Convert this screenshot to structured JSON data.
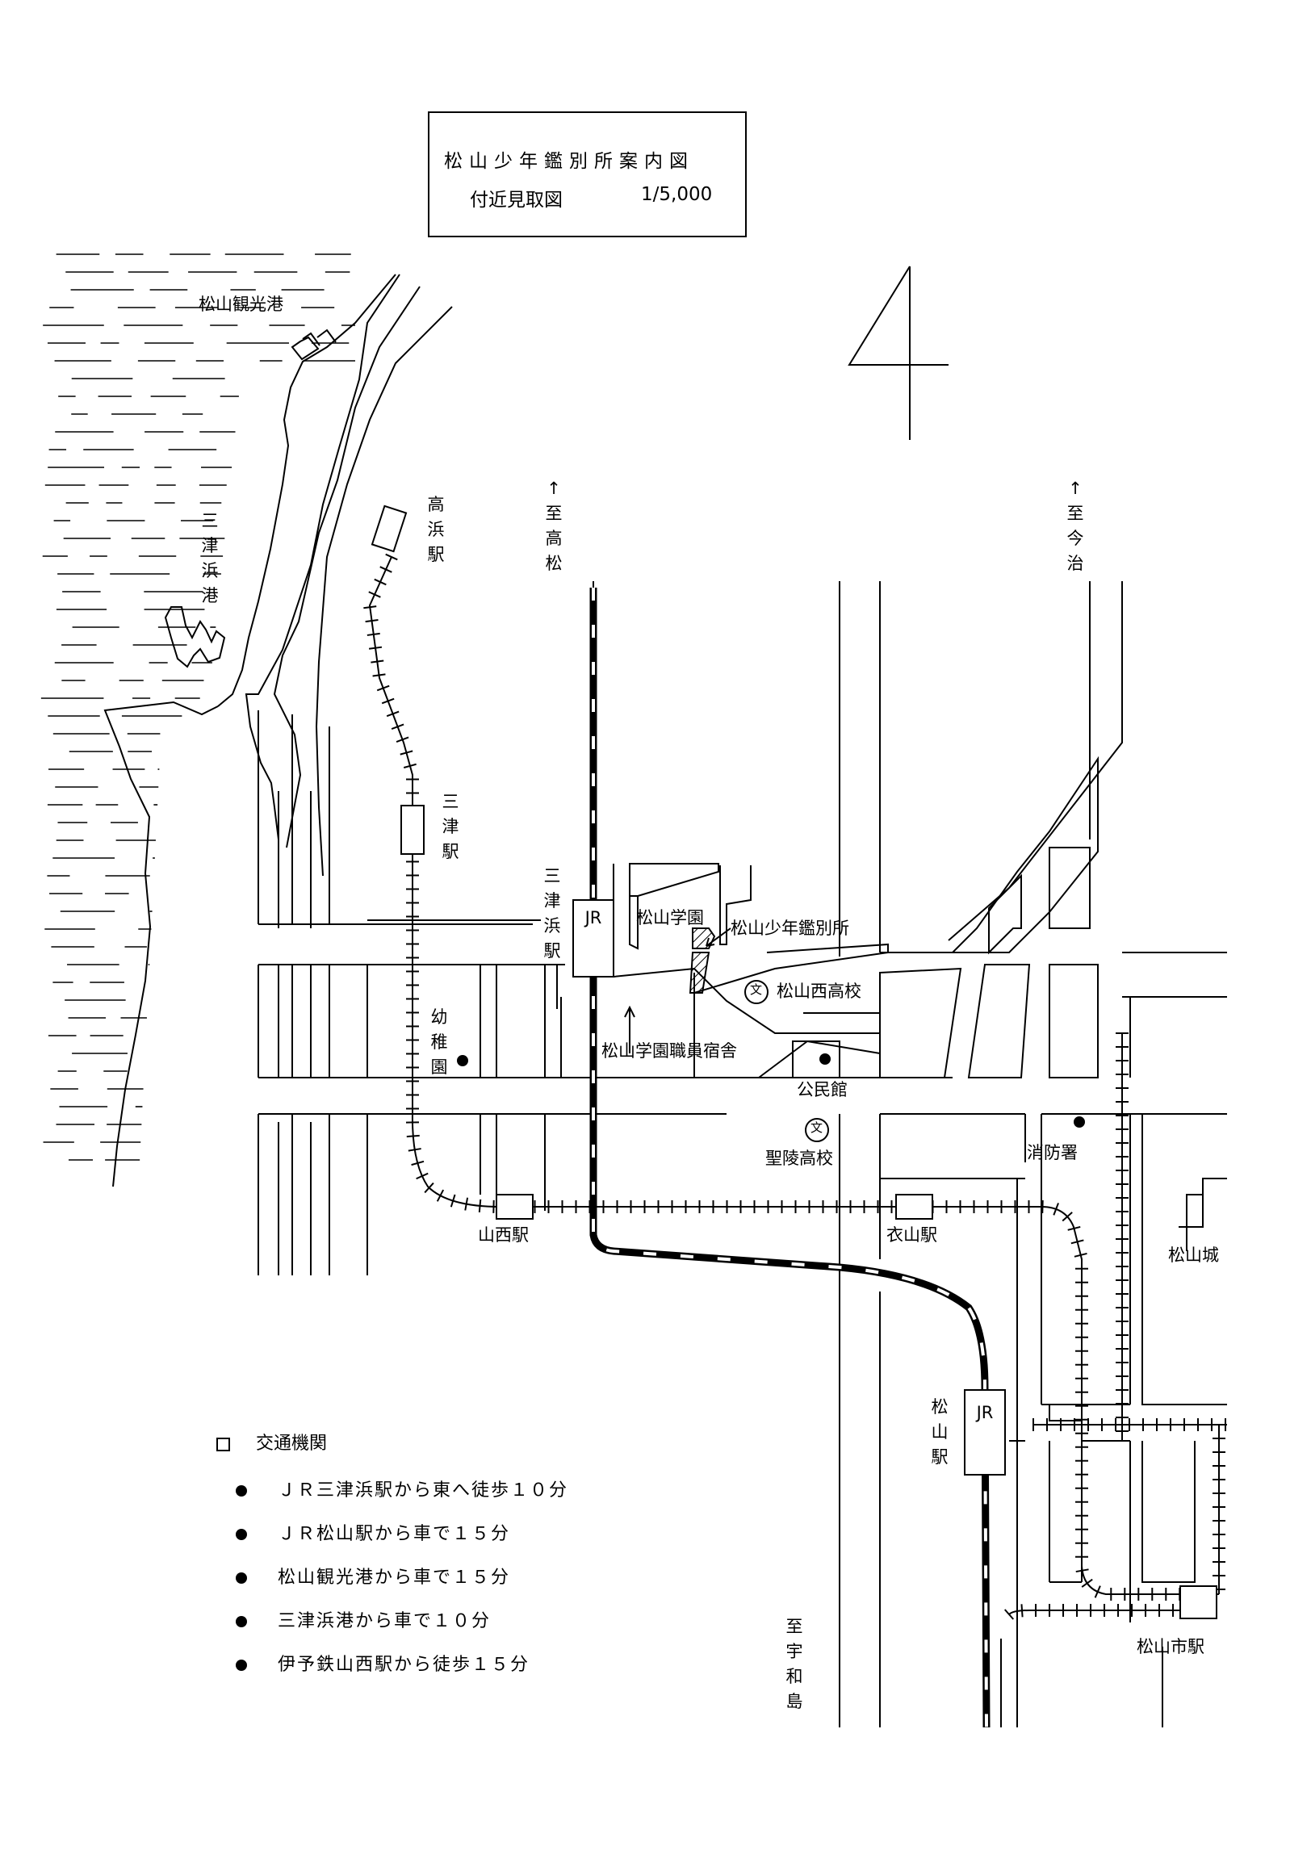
{
  "title": {
    "main": "松山少年鑑別所案内図",
    "sub": "付近見取図",
    "scale": "1/5,000"
  },
  "compass": {
    "symbol": "N"
  },
  "labels": {
    "matsuyama_kanko_port": "松山観光港",
    "mitsuhama_port": "三津浜港",
    "takahama_station": "高浜駅",
    "to_takamatsu": "↑至高松",
    "to_imabari": "↑至今治",
    "mitsu_station": "三津駅",
    "mitsuhama_station": "三津浜駅",
    "jr": "JR",
    "matsuyama_gakuen": "松山学園",
    "kanbetsusho": "松山少年鑑別所",
    "nishi_high_school": "松山西高校",
    "school_symbol": "文",
    "kindergarten": "幼稚園",
    "staff_housing": "松山学園職員宿舎",
    "community_hall": "公民館",
    "seiryo_high_school": "聖陵高校",
    "fire_station": "消防署",
    "yamanishi_station": "山西駅",
    "kinuyama_station": "衣山駅",
    "matsuyama_castle": "松山城",
    "matsuyama_station": "松山駅",
    "matsuyamashi_station": "松山市駅",
    "to_uwajima": "至宇和島"
  },
  "legend": {
    "heading": "交通機関",
    "items": [
      "ＪＲ三津浜駅から東へ徒歩１０分",
      "ＪＲ松山駅から車で１５分",
      "松山観光港から車で１５分",
      "三津浜港から車で１０分",
      "伊予鉄山西駅から徒歩１５分"
    ]
  }
}
